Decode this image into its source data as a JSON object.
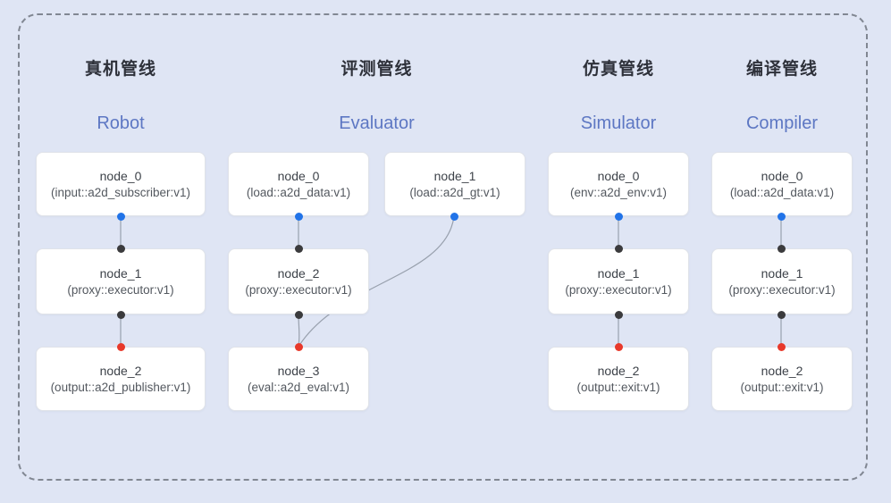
{
  "diagram": {
    "frame_style": "dashed-rounded",
    "colors": {
      "background": "#dfe5f4",
      "frame_border": "#818792",
      "node_fill": "#ffffff",
      "node_border": "#e0e3e9",
      "edge": "#98a0ad",
      "port_source_output": "#2173e8",
      "port_input": "#3b3b3d",
      "port_sink_input": "#e8392b",
      "title_zh": "#2e313a",
      "title_en": "#5d77c3"
    },
    "pipelines": [
      {
        "title_zh": "真机管线",
        "title_en": "Robot",
        "nodes": [
          {
            "label": "node_0",
            "type": "(input::a2d_subscriber:v1)"
          },
          {
            "label": "node_1",
            "type": "(proxy::executor:v1)"
          },
          {
            "label": "node_2",
            "type": "(output::a2d_publisher:v1)"
          }
        ],
        "edges": [
          {
            "from": "node_0",
            "to": "node_1"
          },
          {
            "from": "node_1",
            "to": "node_2"
          }
        ]
      },
      {
        "title_zh": "评测管线",
        "title_en": "Evaluator",
        "nodes": [
          {
            "label": "node_0",
            "type": "(load::a2d_data:v1)"
          },
          {
            "label": "node_1",
            "type": "(load::a2d_gt:v1)"
          },
          {
            "label": "node_2",
            "type": "(proxy::executor:v1)"
          },
          {
            "label": "node_3",
            "type": "(eval::a2d_eval:v1)"
          }
        ],
        "edges": [
          {
            "from": "node_0",
            "to": "node_2"
          },
          {
            "from": "node_2",
            "to": "node_3"
          },
          {
            "from": "node_1",
            "to": "node_3"
          }
        ]
      },
      {
        "title_zh": "仿真管线",
        "title_en": "Simulator",
        "nodes": [
          {
            "label": "node_0",
            "type": "(env::a2d_env:v1)"
          },
          {
            "label": "node_1",
            "type": "(proxy::executor:v1)"
          },
          {
            "label": "node_2",
            "type": "(output::exit:v1)"
          }
        ],
        "edges": [
          {
            "from": "node_0",
            "to": "node_1"
          },
          {
            "from": "node_1",
            "to": "node_2"
          }
        ]
      },
      {
        "title_zh": "编译管线",
        "title_en": "Compiler",
        "nodes": [
          {
            "label": "node_0",
            "type": "(load::a2d_data:v1)"
          },
          {
            "label": "node_1",
            "type": "(proxy::executor:v1)"
          },
          {
            "label": "node_2",
            "type": "(output::exit:v1)"
          }
        ],
        "edges": [
          {
            "from": "node_0",
            "to": "node_1"
          },
          {
            "from": "node_1",
            "to": "node_2"
          }
        ]
      }
    ]
  }
}
